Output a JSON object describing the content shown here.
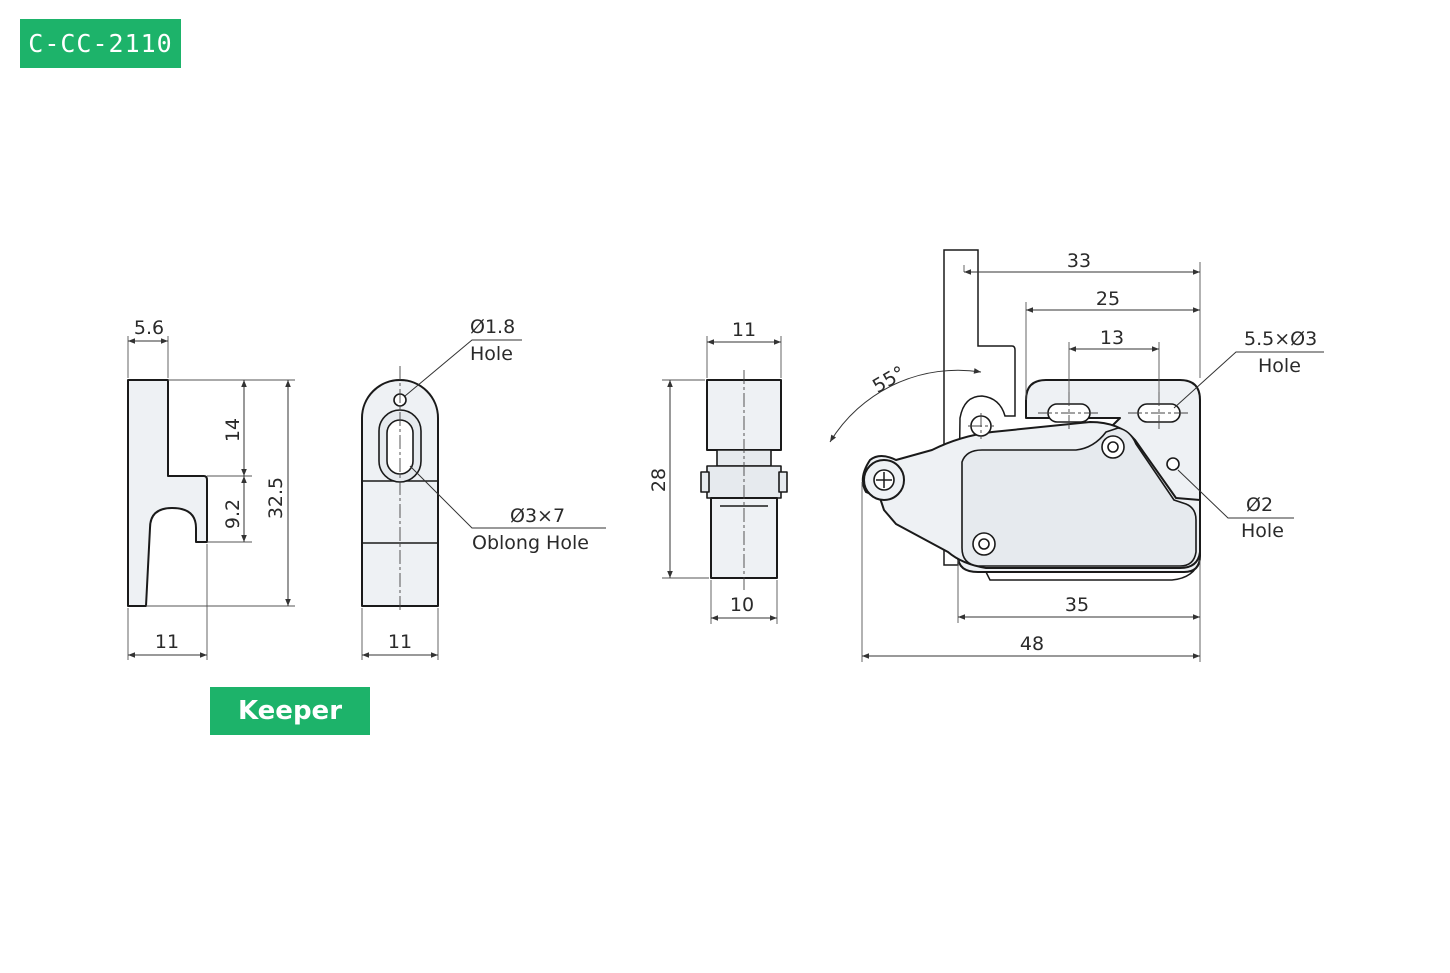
{
  "part_code": "C-CC-2110",
  "keeper_label": "Keeper",
  "colors": {
    "badge_green": "#1db36a",
    "line": "#1a1a1a",
    "part_fill": "#eef1f4"
  },
  "keeper_side": {
    "d_top_width": "5.6",
    "d_hook_top": "14",
    "d_hook_gap": "9.2",
    "d_height": "32.5",
    "d_base": "11"
  },
  "keeper_front": {
    "hole_dia": "Ø1.8",
    "hole_word": "Hole",
    "oblong_dia": "Ø3×7",
    "oblong_word": "Oblong Hole",
    "d_width": "11"
  },
  "latch_side": {
    "d_top": "11",
    "d_height": "28",
    "d_bottom": "10"
  },
  "latch_main": {
    "d_33": "33",
    "d_25": "25",
    "d_13": "13",
    "slot_dia": "5.5×Ø3",
    "slot_word": "Hole",
    "angle": "55°",
    "small_hole_dia": "Ø2",
    "small_hole_word": "Hole",
    "d_35": "35",
    "d_48": "48"
  }
}
